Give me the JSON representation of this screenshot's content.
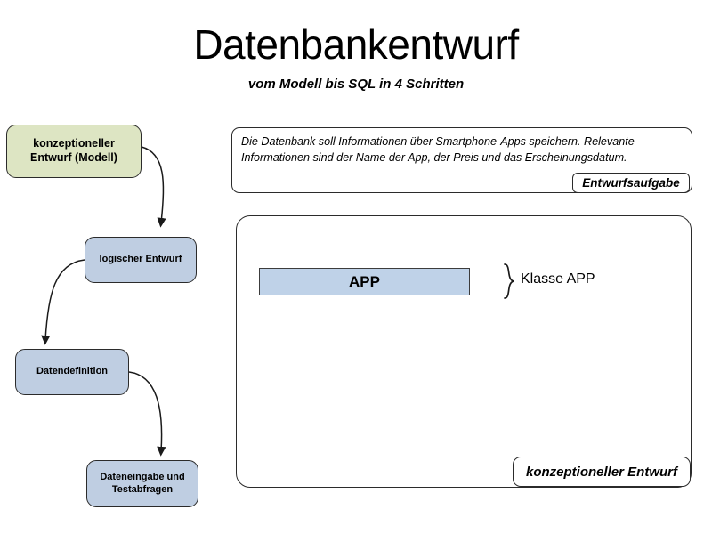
{
  "slide": {
    "title": "Datenbankentwurf",
    "subtitle": "vom Modell bis SQL in 4 Schritten"
  },
  "flow": {
    "steps": [
      {
        "label": "konzeptioneller Entwurf (Modell)",
        "color": "#dde5c3"
      },
      {
        "label": "logischer Entwurf",
        "color": "#bfcee2"
      },
      {
        "label": "Datendefinition",
        "color": "#bfcee2"
      },
      {
        "label": "Dateneingabe und Testabfragen",
        "color": "#bfcee2"
      }
    ]
  },
  "task": {
    "text": "Die Datenbank soll Informationen über Smartphone-Apps speichern. Relevante Informationen sind der Name der App, der Preis und das Erscheinungsdatum.",
    "tab_label": "Entwurfsaufgabe"
  },
  "panel": {
    "entity_label": "APP",
    "entity_color": "#bfd2e8",
    "annotation": "Klasse APP",
    "tab_label": "konzeptioneller Entwurf"
  },
  "colors": {
    "green_fill": "#dde5c3",
    "blue_fill": "#bfcee2",
    "entity_blue": "#bfd2e8",
    "outline": "#2b2b2b",
    "background": "#ffffff"
  }
}
